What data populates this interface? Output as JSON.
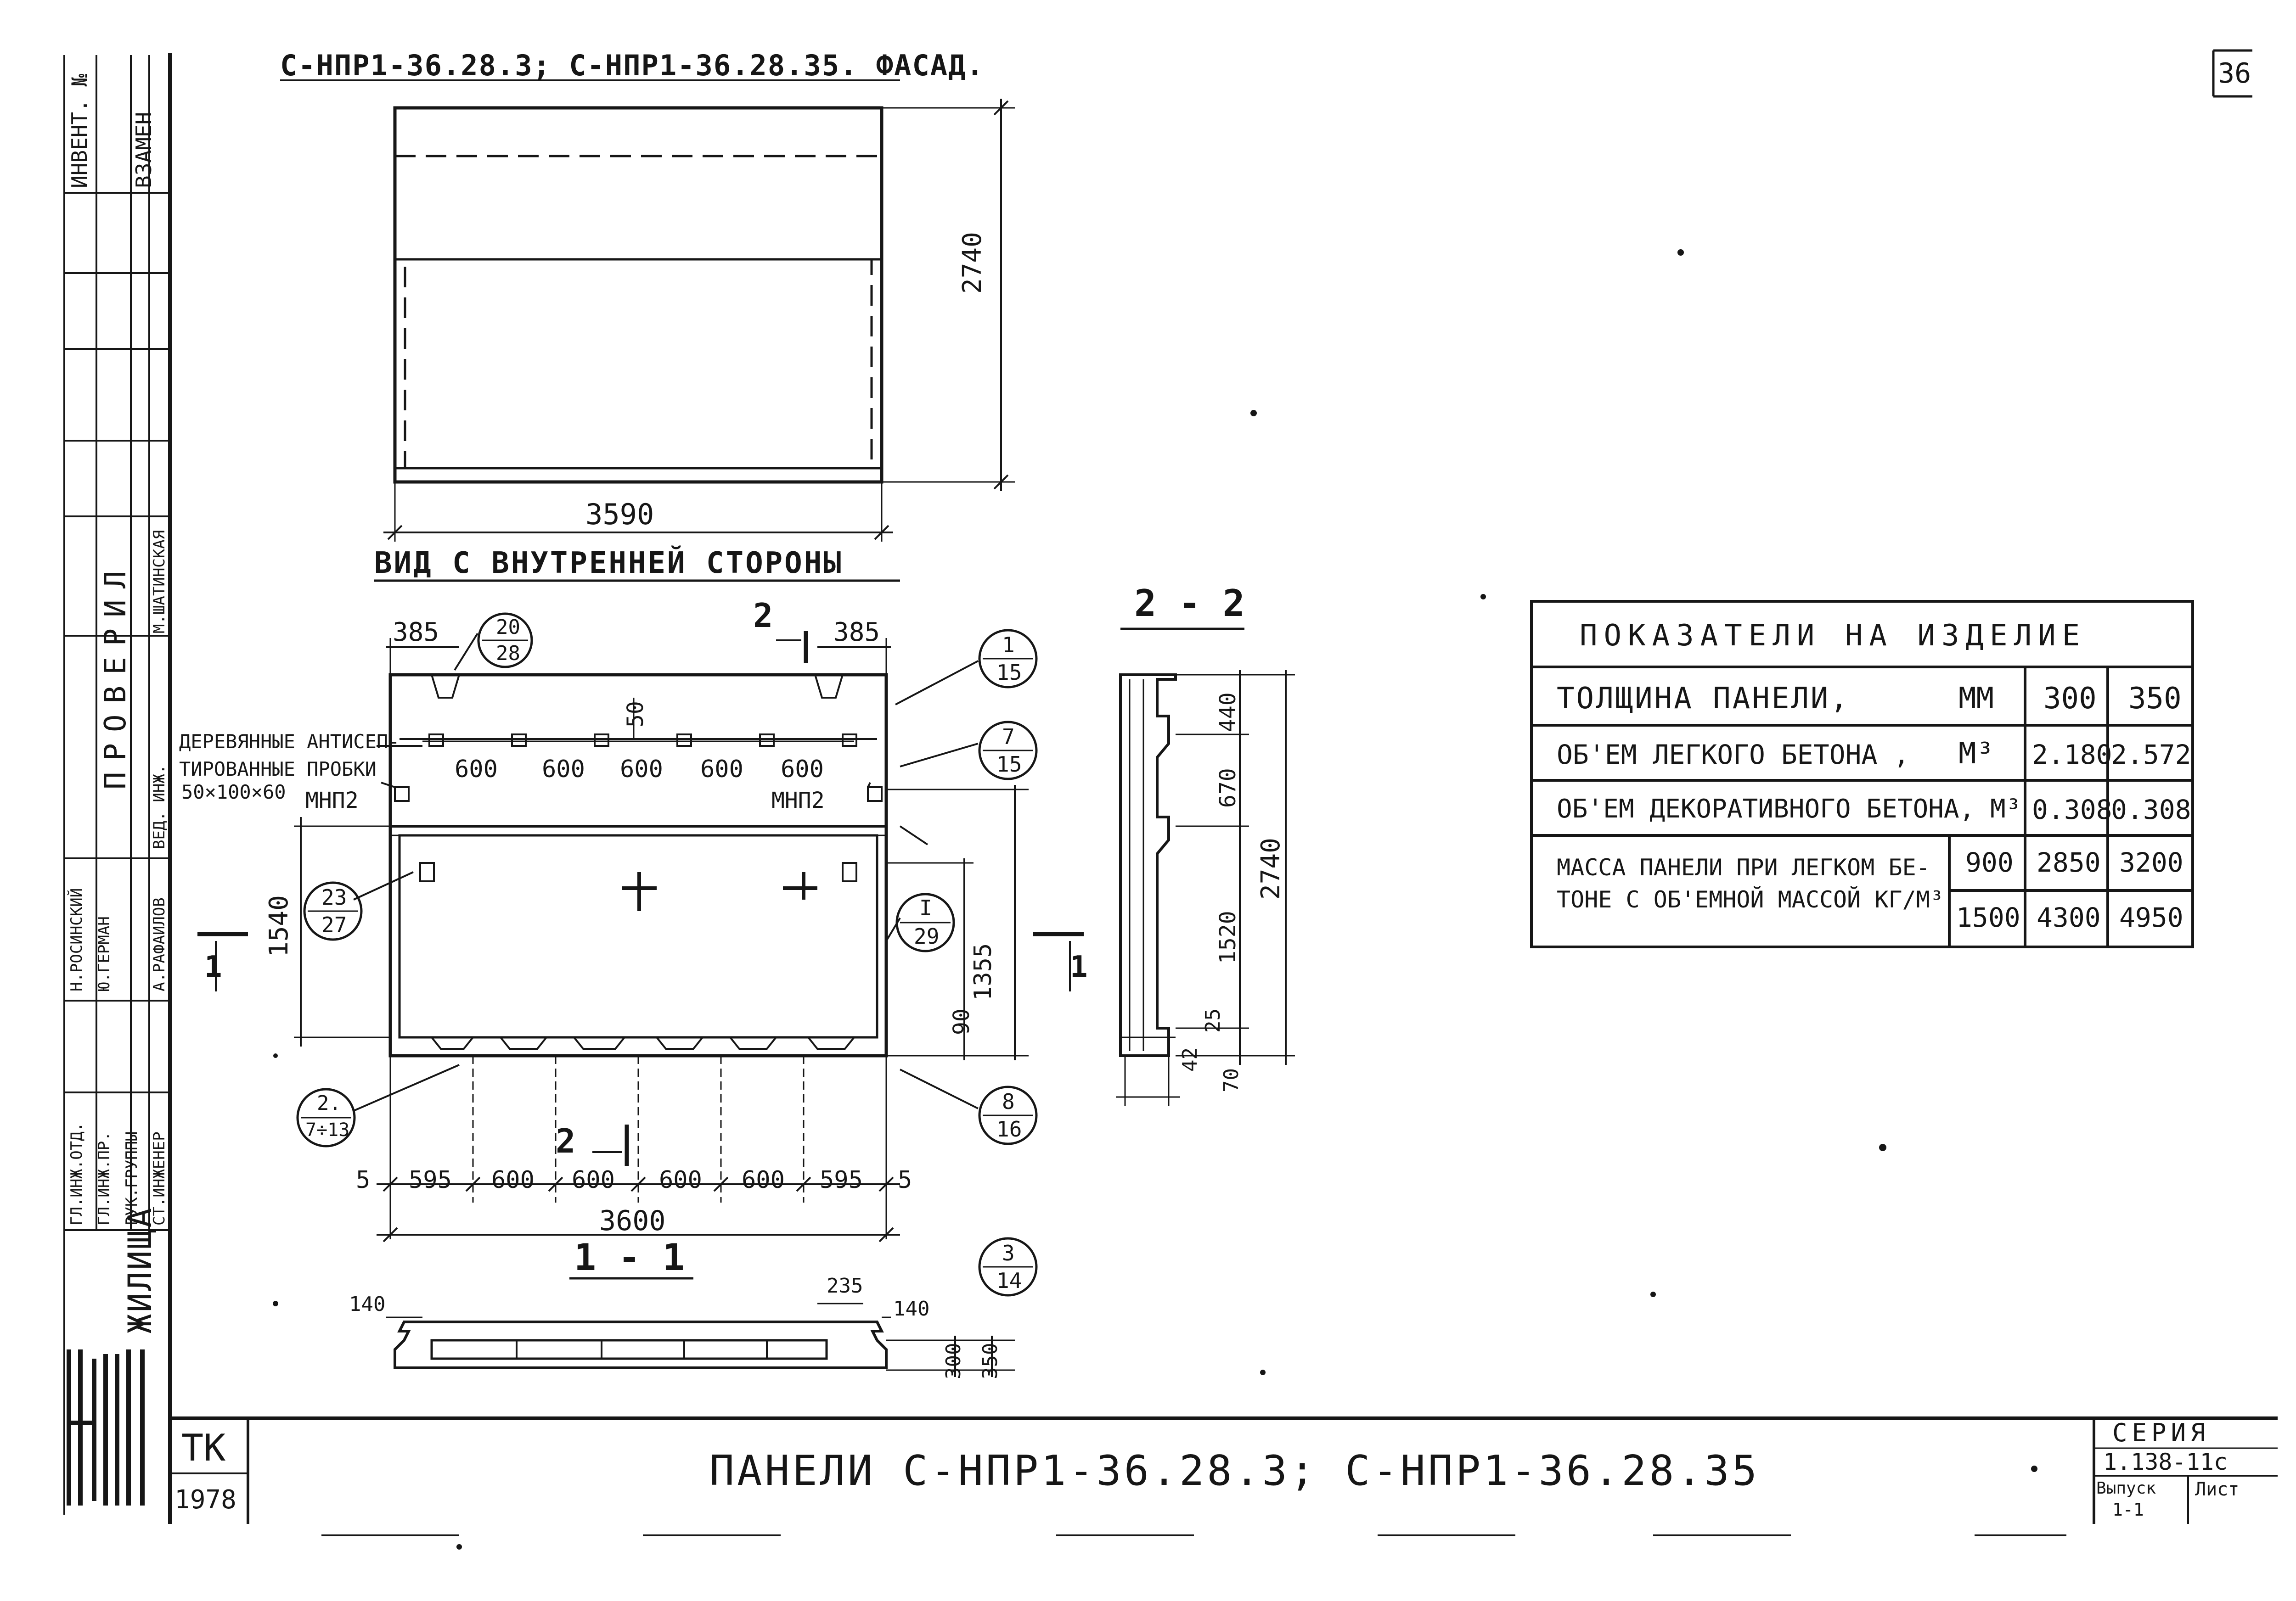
{
  "page_number": "36",
  "facade": {
    "title": "С-НПР1-36.28.3; С-НПР1-36.28.35. ФАСАД.",
    "height": "2740",
    "width": "3590"
  },
  "inner_view": {
    "title": "ВИД С ВНУТРЕННЕЙ СТОРОНЫ",
    "dim_left": "385",
    "dim_right": "385",
    "dim_50": "50",
    "dim_1540": "1540",
    "dim_1355": "1355",
    "dim_90": "90",
    "top_spacings": [
      "600",
      "600",
      "600",
      "600",
      "600"
    ],
    "bottom_spacings": [
      "5",
      "595",
      "600",
      "600",
      "600",
      "600",
      "595",
      "5"
    ],
    "total_width": "3600",
    "wood_plugs_label": [
      "ДЕРЕВЯННЫЕ АНТИСЕП-",
      "ТИРОВАННЫЕ ПРОБКИ",
      "50×100×60"
    ],
    "mnp_left": "МНП2",
    "mnp_right": "МНП2",
    "section_mark_2": "2",
    "section_mark_1": "1",
    "callouts": [
      {
        "top": "20",
        "bottom": "28"
      },
      {
        "top": "1",
        "bottom": "15"
      },
      {
        "top": "7",
        "bottom": "15"
      },
      {
        "top": "23",
        "bottom": "27"
      },
      {
        "top": "I",
        "bottom": "29"
      },
      {
        "top": "2.",
        "bottom": "7÷13"
      },
      {
        "top": "8",
        "bottom": "16"
      },
      {
        "top": "3",
        "bottom": "14"
      }
    ]
  },
  "section_22": {
    "title": "2 - 2",
    "dims": [
      "440",
      "670",
      "1520",
      "25",
      "70",
      "42"
    ],
    "total": "2740"
  },
  "section_11": {
    "title": "1 - 1",
    "dim_140_left": "140",
    "dim_235": "235",
    "dim_140_right": "140",
    "dim_300": "300",
    "dim_350": "350"
  },
  "indicators": {
    "title": "ПОКАЗАТЕЛИ НА ИЗДЕЛИЕ",
    "rows": [
      {
        "label": "ТОЛЩИНА ПАНЕЛИ,",
        "unit": "ММ",
        "v300": "300",
        "v350": "350"
      },
      {
        "label": "ОБ'ЕМ ЛЕГКОГО БЕТОНА ,",
        "unit": "М³",
        "v300": "2.180",
        "v350": "2.572"
      },
      {
        "label": "ОБ'ЕМ ДЕКОРАТИВНОГО БЕТОНА, М³",
        "unit": "",
        "v300": "0.308",
        "v350": "0.308"
      }
    ],
    "mass_label_1": "МАССА ПАНЕЛИ ПРИ ЛЕГКОМ БЕ-",
    "mass_label_2": "ТОНЕ С ОБ'ЕМНОЙ МАССОЙ КГ/М³",
    "mass_rows": [
      {
        "density": "900",
        "v300": "2850",
        "v350": "3200"
      },
      {
        "density": "1500",
        "v300": "4300",
        "v350": "4950"
      }
    ]
  },
  "title_block": {
    "org_code": "ТК",
    "year": "1978",
    "title": "ПАНЕЛИ  С-НПР1-36.28.3;  С-НПР1-36.28.35",
    "series_label": "СЕРИЯ",
    "series_value": "1.138-11с",
    "issue_label": "Выпуск",
    "issue_value": "1-1",
    "sheet_label": "Лист",
    "institute": "ЖИЛИЩА"
  },
  "side_stamp": {
    "invent_label": "ИНВЕНТ. №",
    "zamen_label": "ВЗАМЕН",
    "checked_label": "ПРОВЕРИЛ",
    "checker": "М.ШАТИНСКАЯ",
    "roles": [
      "ГЛ.ИНЖ.ОТД.",
      "ГЛ.ИНЖ.ПР.",
      "РУК.ГРУППЫ",
      "СТ.ИНЖЕНЕР"
    ],
    "names": [
      "Н.РОСИНСКИЙ",
      "Ю.ГЕРМАН",
      "",
      "А.РАФАИЛОВ"
    ],
    "lead_engineer": "ВЕД. ИНЖ."
  },
  "colors": {
    "ink": "#161616",
    "paper": "#ffffff"
  }
}
